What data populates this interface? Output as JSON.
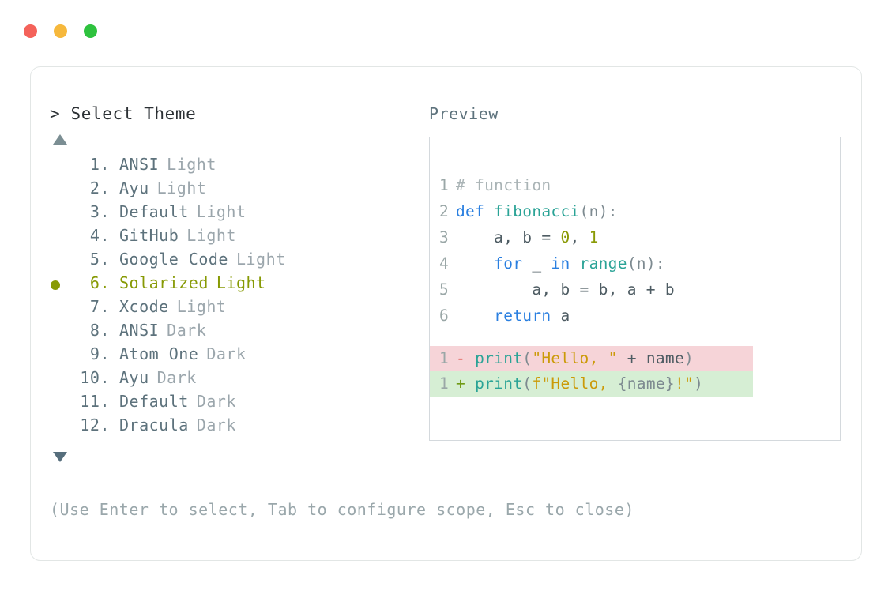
{
  "window": {
    "traffic_lights": [
      {
        "name": "close",
        "color": "#f4625a"
      },
      {
        "name": "minimize",
        "color": "#f6b83c"
      },
      {
        "name": "maximize",
        "color": "#2ec23e"
      }
    ]
  },
  "theme_picker": {
    "prompt": "> Select Theme",
    "scroll_up_indicator": "▲",
    "scroll_down_indicator": "▼",
    "selected_index": 6,
    "selected_marker": "●",
    "items": [
      {
        "index": "1.",
        "name": "ANSI",
        "variant": "Light",
        "selected": false
      },
      {
        "index": "2.",
        "name": "Ayu",
        "variant": "Light",
        "selected": false
      },
      {
        "index": "3.",
        "name": "Default",
        "variant": "Light",
        "selected": false
      },
      {
        "index": "4.",
        "name": "GitHub",
        "variant": "Light",
        "selected": false
      },
      {
        "index": "5.",
        "name": "Google Code",
        "variant": "Light",
        "selected": false
      },
      {
        "index": "6.",
        "name": "Solarized",
        "variant": "Light",
        "selected": true
      },
      {
        "index": "7.",
        "name": "Xcode",
        "variant": "Light",
        "selected": false
      },
      {
        "index": "8.",
        "name": "ANSI",
        "variant": "Dark",
        "selected": false
      },
      {
        "index": "9.",
        "name": "Atom One",
        "variant": "Dark",
        "selected": false
      },
      {
        "index": "10.",
        "name": "Ayu",
        "variant": "Dark",
        "selected": false
      },
      {
        "index": "11.",
        "name": "Default",
        "variant": "Dark",
        "selected": false
      },
      {
        "index": "12.",
        "name": "Dracula",
        "variant": "Dark",
        "selected": false
      }
    ]
  },
  "preview": {
    "label": "Preview",
    "code_lines": [
      {
        "n": "1",
        "tokens": [
          {
            "t": "# function",
            "c": "comment"
          }
        ]
      },
      {
        "n": "2",
        "tokens": [
          {
            "t": "def ",
            "c": "kw"
          },
          {
            "t": "fibonacci",
            "c": "fn"
          },
          {
            "t": "(n):",
            "c": "punc"
          }
        ]
      },
      {
        "n": "3",
        "tokens": [
          {
            "t": "    a, b = ",
            "c": "plain"
          },
          {
            "t": "0",
            "c": "num"
          },
          {
            "t": ", ",
            "c": "plain"
          },
          {
            "t": "1",
            "c": "num"
          }
        ]
      },
      {
        "n": "4",
        "tokens": [
          {
            "t": "    ",
            "c": "plain"
          },
          {
            "t": "for",
            "c": "kw"
          },
          {
            "t": " _ ",
            "c": "plain"
          },
          {
            "t": "in",
            "c": "kw"
          },
          {
            "t": " ",
            "c": "plain"
          },
          {
            "t": "range",
            "c": "fn"
          },
          {
            "t": "(n):",
            "c": "punc"
          }
        ]
      },
      {
        "n": "5",
        "tokens": [
          {
            "t": "        a, b = b, a + b",
            "c": "plain"
          }
        ]
      },
      {
        "n": "6",
        "tokens": [
          {
            "t": "    ",
            "c": "plain"
          },
          {
            "t": "return",
            "c": "kw"
          },
          {
            "t": " a",
            "c": "plain"
          }
        ]
      }
    ],
    "diff_lines": [
      {
        "n": "1",
        "marker": "-",
        "kind": "del",
        "tokens": [
          {
            "t": "print",
            "c": "fn"
          },
          {
            "t": "(",
            "c": "punc"
          },
          {
            "t": "\"Hello, \"",
            "c": "str"
          },
          {
            "t": " + ",
            "c": "plain"
          },
          {
            "t": "name",
            "c": "plain"
          },
          {
            "t": ")",
            "c": "punc"
          }
        ]
      },
      {
        "n": "1",
        "marker": "+",
        "kind": "add",
        "tokens": [
          {
            "t": "print",
            "c": "fn"
          },
          {
            "t": "(",
            "c": "punc"
          },
          {
            "t": "f\"Hello, ",
            "c": "str"
          },
          {
            "t": "{name}",
            "c": "interp"
          },
          {
            "t": "!\"",
            "c": "str"
          },
          {
            "t": ")",
            "c": "punc"
          }
        ]
      }
    ]
  },
  "footer": {
    "hint": "(Use Enter to select, Tab to configure scope, Esc to close)"
  }
}
